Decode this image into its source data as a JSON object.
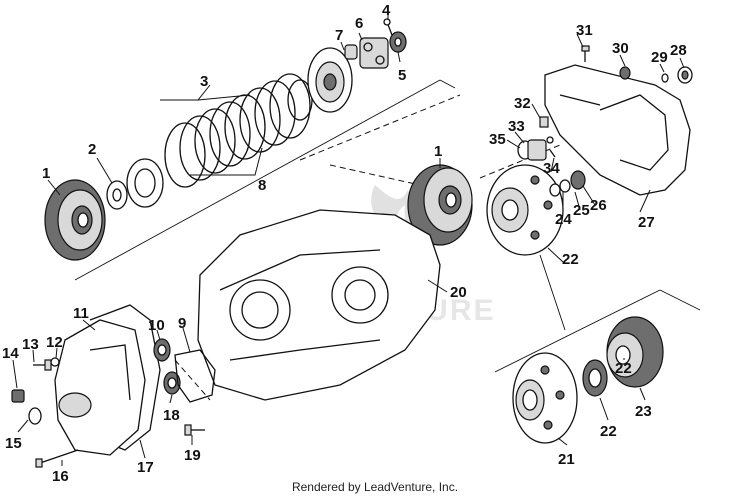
{
  "footer": {
    "credit": "Rendered by LeadVenture, Inc."
  },
  "watermark": {
    "text": "LEADVENTURE"
  },
  "callouts": [
    "1",
    "2",
    "3",
    "4",
    "5",
    "6",
    "7",
    "8",
    "9",
    "10",
    "11",
    "12",
    "13",
    "14",
    "15",
    "16",
    "17",
    "18",
    "19",
    "20",
    "21",
    "22",
    "22",
    "22",
    "22",
    "23",
    "24",
    "25",
    "26",
    "27",
    "28",
    "29",
    "30",
    "31",
    "32",
    "33",
    "34",
    "35",
    "1"
  ]
}
